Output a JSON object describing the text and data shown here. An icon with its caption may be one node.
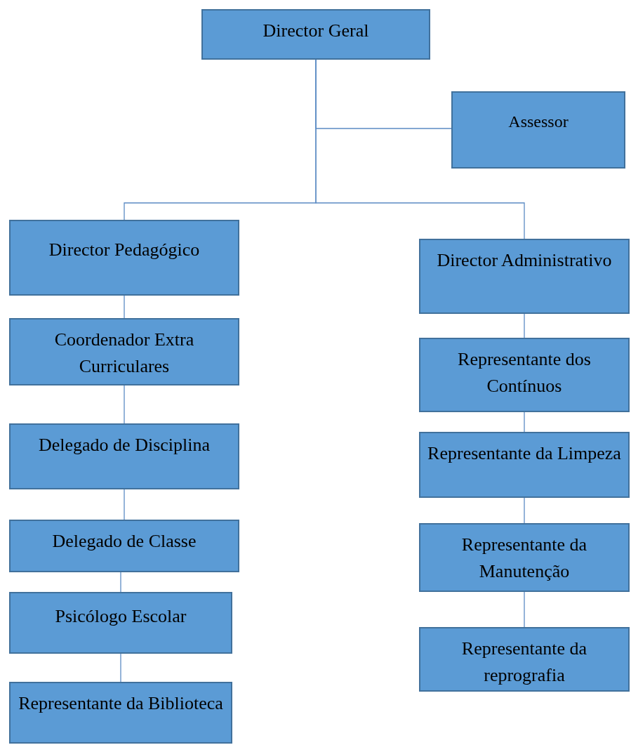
{
  "diagram": {
    "nodes": [
      {
        "text": [
          "Director Geral"
        ]
      },
      {
        "text": [
          "Assessor"
        ]
      },
      {
        "text": [
          "Director Pedagógico"
        ]
      },
      {
        "text": [
          "Director Administrativo"
        ]
      },
      {
        "text": [
          "Coordenador Extra Curriculares"
        ]
      },
      {
        "text": [
          "Delegado de Disciplina"
        ]
      },
      {
        "text": [
          "Delegado de Classe"
        ]
      },
      {
        "text": [
          "Psicólogo Escolar"
        ]
      },
      {
        "text": [
          "Representante da Biblioteca"
        ]
      },
      {
        "text": [
          "Representante dos Contínuos"
        ]
      },
      {
        "text": [
          "Representante da Limpeza"
        ]
      },
      {
        "text": [
          "Representante da Manutenção"
        ]
      },
      {
        "text": [
          "Representante da reprografia"
        ]
      }
    ],
    "edges": [
      {
        "from": 0,
        "to": 1,
        "arrow": "none"
      },
      {
        "from": 0,
        "to": 2,
        "arrow": "none"
      },
      {
        "from": 0,
        "to": 3,
        "arrow": "none"
      },
      {
        "from": 2,
        "to": 4,
        "arrow": "none"
      },
      {
        "from": 4,
        "to": 5,
        "arrow": "none"
      },
      {
        "from": 5,
        "to": 6,
        "arrow": "none"
      },
      {
        "from": 6,
        "to": 7,
        "arrow": "none"
      },
      {
        "from": 7,
        "to": 8,
        "arrow": "none"
      },
      {
        "from": 3,
        "to": 9,
        "arrow": "none"
      },
      {
        "from": 9,
        "to": 10,
        "arrow": "none"
      },
      {
        "from": 10,
        "to": 11,
        "arrow": "none"
      },
      {
        "from": 11,
        "to": 12,
        "arrow": "none"
      }
    ]
  }
}
